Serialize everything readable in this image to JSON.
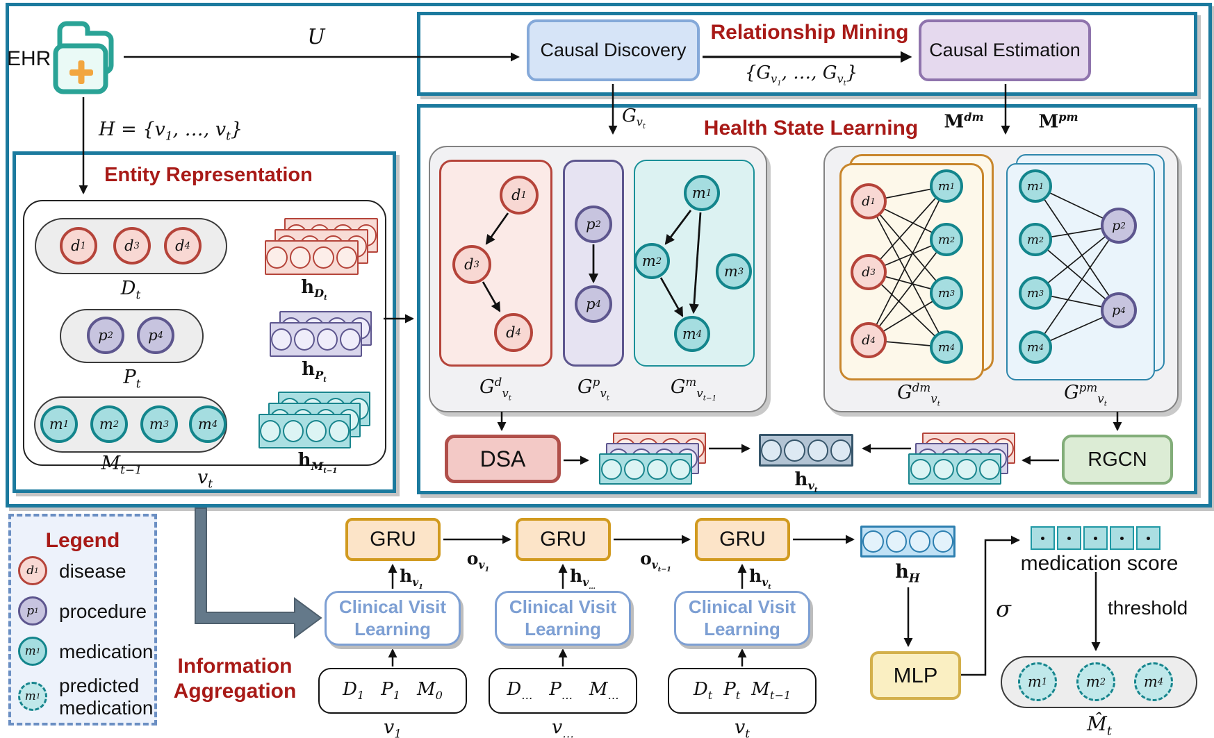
{
  "palette": {
    "frame_blue": "#1b7a9e",
    "title_red": "#a81a17",
    "cvl_blue": "#7d9fd3",
    "disease_red": "#b5443a",
    "procedure_purple": "#5d568e",
    "medication_teal": "#13858c",
    "dm_graph_orange": "#c8862c",
    "pm_graph_blue": "#2e86ab",
    "gru_gold": "#d19a1f",
    "mlp_gold": "#d3b04b",
    "dsa_red": "#b04f4a",
    "rgcn_green": "#82ad79",
    "info_arrow_gray": "#64798a"
  },
  "ehr": {
    "label": "EHR",
    "u_label": "U",
    "history_label": "H = {v_{1}, …, v_{t}}"
  },
  "relationship_mining": {
    "title": "Relationship Mining",
    "causal_discovery": "Causal Discovery",
    "causal_estimation": "Causal Estimation",
    "graph_set_label": "{G_{v_{1}}, …, G_{v_{t}}}"
  },
  "entity_representation": {
    "title": "Entity Representation",
    "visit_label": "v_{t}",
    "rows": [
      {
        "set_label": "D_{t}",
        "vec_label": "h_{D_{t}}",
        "nodes": [
          "d_{1}",
          "d_{3}",
          "d_{4}"
        ]
      },
      {
        "set_label": "P_{t}",
        "vec_label": "h_{P_{t}}",
        "nodes": [
          "p_{2}",
          "p_{4}"
        ]
      },
      {
        "set_label": "M_{t−1}",
        "vec_label": "h_{M_{t−1}}",
        "nodes": [
          "m_{1}",
          "m_{2}",
          "m_{3}",
          "m_{4}"
        ]
      }
    ]
  },
  "health_state_learning": {
    "title": "Health State Learning",
    "g_vt_label": "G_{v_{t}}",
    "m_dm_label": "M^{dm}",
    "m_pm_label": "M^{pm}",
    "gd": {
      "label": "G^{d}_{v_{t}}",
      "nodes": [
        "d_{1}",
        "d_{3}",
        "d_{4}"
      ],
      "edges": [
        "d1→d3",
        "d3→d4"
      ]
    },
    "gp": {
      "label": "G^{p}_{v_{t}}",
      "nodes": [
        "p_{2}",
        "p_{4}"
      ],
      "edges": [
        "p2→p4"
      ]
    },
    "gm": {
      "label": "G^{m}_{v_{t−1}}",
      "nodes": [
        "m_{1}",
        "m_{2}",
        "m_{3}",
        "m_{4}"
      ],
      "edges": [
        "m1→m2",
        "m1→m4",
        "m2→m4"
      ]
    },
    "gdm": {
      "label": "G^{dm}_{v_{t}}",
      "left_nodes": [
        "d_{1}",
        "d_{3}",
        "d_{4}"
      ],
      "right_nodes": [
        "m_{1}",
        "m_{2}",
        "m_{3}",
        "m_{4}"
      ],
      "edges": "complete bipartite d×m"
    },
    "gpm": {
      "label": "G^{pm}_{v_{t}}",
      "left_nodes": [
        "m_{1}",
        "m_{2}",
        "m_{3}",
        "m_{4}"
      ],
      "right_nodes": [
        "p_{2}",
        "p_{4}"
      ],
      "edges": "complete bipartite m×p"
    },
    "dsa": "DSA",
    "rgcn": "RGCN",
    "h_vt_label": "h_{v_{t}}"
  },
  "information_aggregation": {
    "title_line1": "Information",
    "title_line2": "Aggregation",
    "columns": [
      {
        "gru": "GRU",
        "cvl_line1": "Clinical Visit",
        "cvl_line2": "Learning",
        "h_label": "h_{v_{1}}",
        "inputs": [
          "D_{1}",
          "P_{1}",
          "M_{0}"
        ],
        "visit": "v_{1}"
      },
      {
        "gru": "GRU",
        "cvl_line1": "Clinical Visit",
        "cvl_line2": "Learning",
        "h_label": "h_{v_{…}}",
        "inputs": [
          "D_{…}",
          "P_{…}",
          "M_{…}"
        ],
        "visit": "v_{…}"
      },
      {
        "gru": "GRU",
        "cvl_line1": "Clinical Visit",
        "cvl_line2": "Learning",
        "h_label": "h_{v_{t}}",
        "inputs": [
          "D_{t}",
          "P_{t}",
          "M_{t−1}"
        ],
        "visit": "v_{t}"
      }
    ],
    "o_labels": [
      "o_{v_{1}}",
      "o_{v_{t−1}}"
    ],
    "h_history_label": "h_{H}",
    "mlp": "MLP",
    "sigma": "σ",
    "medication_score": "medication score",
    "threshold": "threshold",
    "output": {
      "label": "M̂_{t}",
      "nodes": [
        "m_{1}",
        "m_{2}",
        "m_{4}"
      ]
    }
  },
  "legend": {
    "title": "Legend",
    "items": [
      {
        "symbol": "d_{1}",
        "label": "disease"
      },
      {
        "symbol": "p_{1}",
        "label": "procedure"
      },
      {
        "symbol": "m_{1}",
        "label": "medication"
      },
      {
        "symbol": "m_{1}",
        "label": "predicted medication"
      }
    ]
  }
}
